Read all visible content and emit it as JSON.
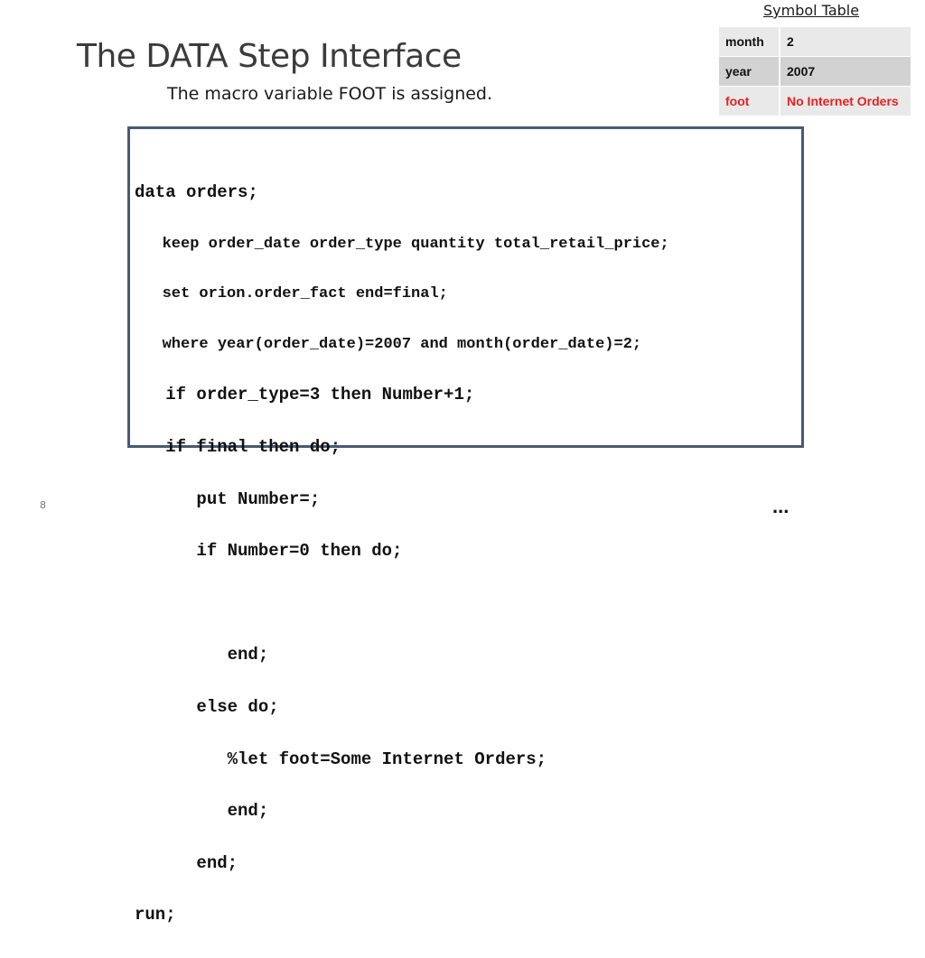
{
  "slide": {
    "title": "The DATA Step Interface",
    "subtitle": "The macro variable FOOT is assigned.",
    "page_number": "8",
    "continuation": "..."
  },
  "symbol_table": {
    "heading": "Symbol Table",
    "rows": [
      {
        "name": "month",
        "value": "2"
      },
      {
        "name": "year",
        "value": "2007"
      },
      {
        "name": "foot",
        "value": "No Internet Orders"
      }
    ],
    "highlight_color": "#e82020"
  },
  "code": {
    "lines": [
      "data orders;",
      "   keep order_date order_type quantity total_retail_price;",
      "   set orion.order_fact end=final;",
      "   where year(order_date)=2007 and month(order_date)=2;",
      "   if order_type=3 then Number+1;",
      "   if final then do;",
      "      put Number=;",
      "      if Number=0 then do;",
      "",
      "         end;",
      "      else do;",
      "         %let foot=Some Internet Orders;",
      "         end;",
      "      end;",
      "run;"
    ]
  }
}
